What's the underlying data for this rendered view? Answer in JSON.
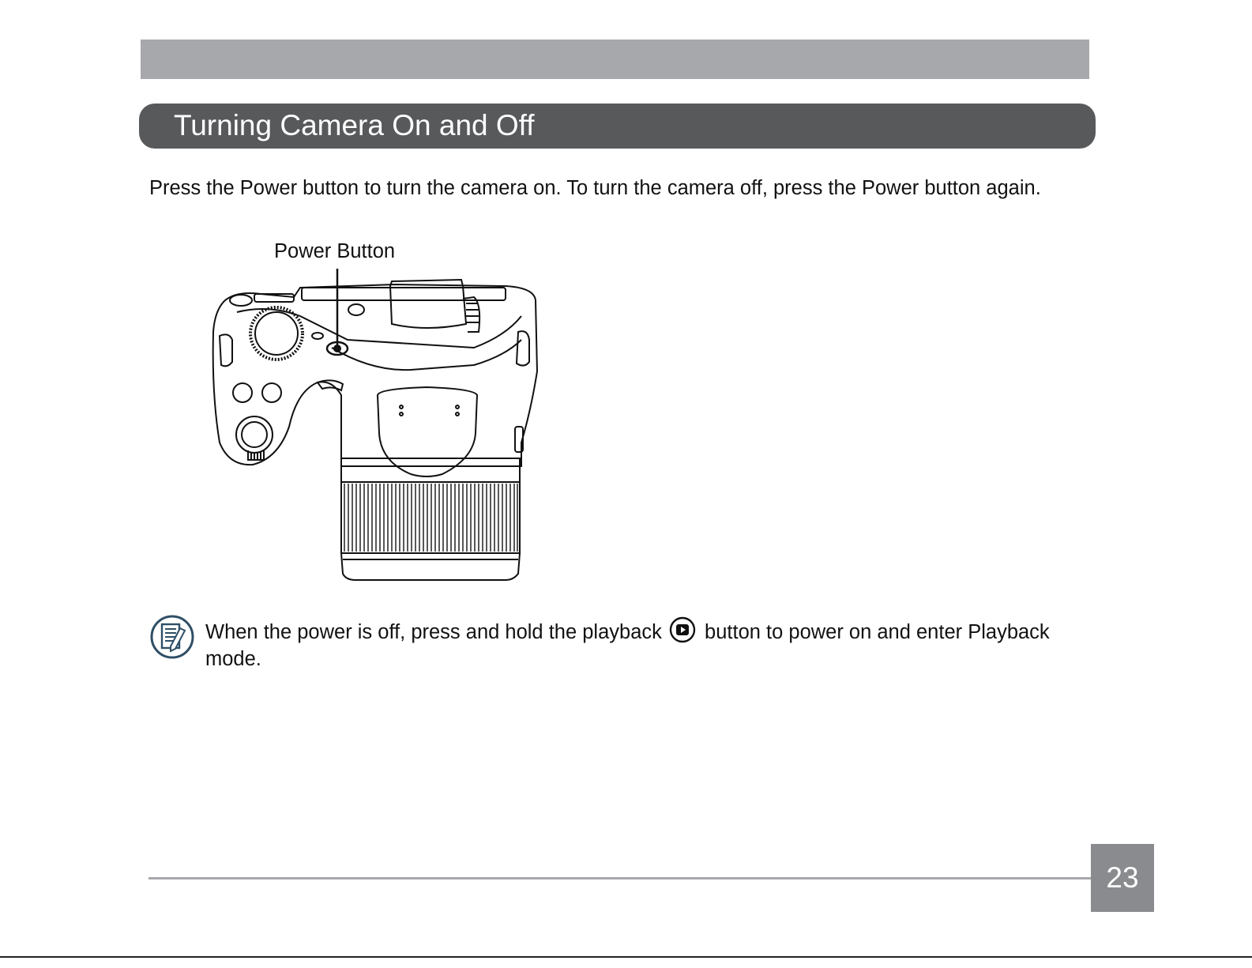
{
  "section": {
    "title": "Turning Camera On and Off"
  },
  "body": {
    "intro": "Press the Power button to turn the camera on. To turn the camera off, press the Power button again.",
    "callout_label": "Power Button"
  },
  "note": {
    "text_before_icon": "When the power is off, press and hold the playback",
    "text_after_icon": "button to power on and enter Playback mode.",
    "icon": "note-pencil-icon",
    "inline_icon": "playback-icon"
  },
  "footer": {
    "page_number": "23"
  },
  "colors": {
    "header_bar": "#a7a8ab",
    "title_bar": "#58595b",
    "note_icon": "#2f4f66"
  }
}
